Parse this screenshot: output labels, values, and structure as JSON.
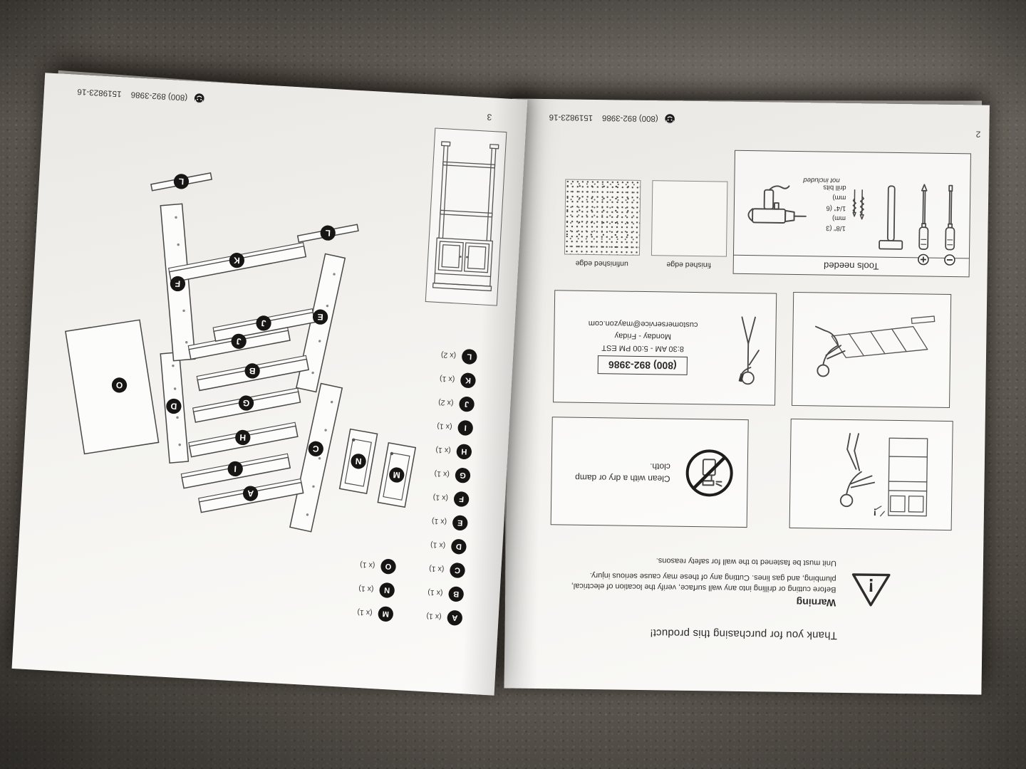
{
  "footer": {
    "phone": "(800) 892-3986",
    "item_number": "1519823-16"
  },
  "page2": {
    "page_number": "2",
    "title": "Thank you for purchasing this product!",
    "warning": {
      "title": "Warning",
      "body": "Before cutting or drilling into any wall surface, verify the location of electrical, plumbing, and gas lines. Cutting any of these may cause serious injury.",
      "fasten_note": "Unit must be fastened to the wall for safety reasons."
    },
    "clean_note": "Clean with a dry or damp cloth.",
    "customer_service": {
      "phone": "(800) 892-3986",
      "hours": "8:30 AM - 5:00 PM EST",
      "days": "Monday - Friday",
      "email": "customerservice@mayzon.com"
    },
    "tools": {
      "title": "Tools needed",
      "bit1": "1/8\" (3 mm)",
      "bit2": "1/4\" (6 mm)",
      "bits_label": "drill bits",
      "not_included": "not included"
    },
    "edges": {
      "finished": "finished edge",
      "unfinished": "unfinished edge"
    }
  },
  "page3": {
    "page_number": "3",
    "parts": [
      {
        "letter": "A",
        "count": "(x 1)"
      },
      {
        "letter": "B",
        "count": "(x 1)"
      },
      {
        "letter": "C",
        "count": "(x 1)"
      },
      {
        "letter": "D",
        "count": "(x 1)"
      },
      {
        "letter": "E",
        "count": "(x 1)"
      },
      {
        "letter": "F",
        "count": "(x 1)"
      },
      {
        "letter": "G",
        "count": "(x 1)"
      },
      {
        "letter": "H",
        "count": "(x 1)"
      },
      {
        "letter": "I",
        "count": "(x 1)"
      },
      {
        "letter": "J",
        "count": "(x 2)"
      },
      {
        "letter": "K",
        "count": "(x 1)"
      },
      {
        "letter": "L",
        "count": "(x 2)"
      },
      {
        "letter": "M",
        "count": "(x 1)"
      },
      {
        "letter": "N",
        "count": "(x 1)"
      },
      {
        "letter": "O",
        "count": "(x 1)"
      }
    ]
  },
  "icons": {
    "exclamation": "!",
    "footer_icon": "smiley-headset",
    "warning_icon": "exclamation-triangle",
    "clean_icon": "crossed-spray-bottle",
    "tools": [
      "flathead-screwdriver",
      "phillips-screwdriver",
      "hammer",
      "drill-bits",
      "power-drill"
    ]
  },
  "colors": {
    "paper": "#f6f4f1",
    "ink": "#2e2c2a",
    "carpet": "#6e6860"
  }
}
